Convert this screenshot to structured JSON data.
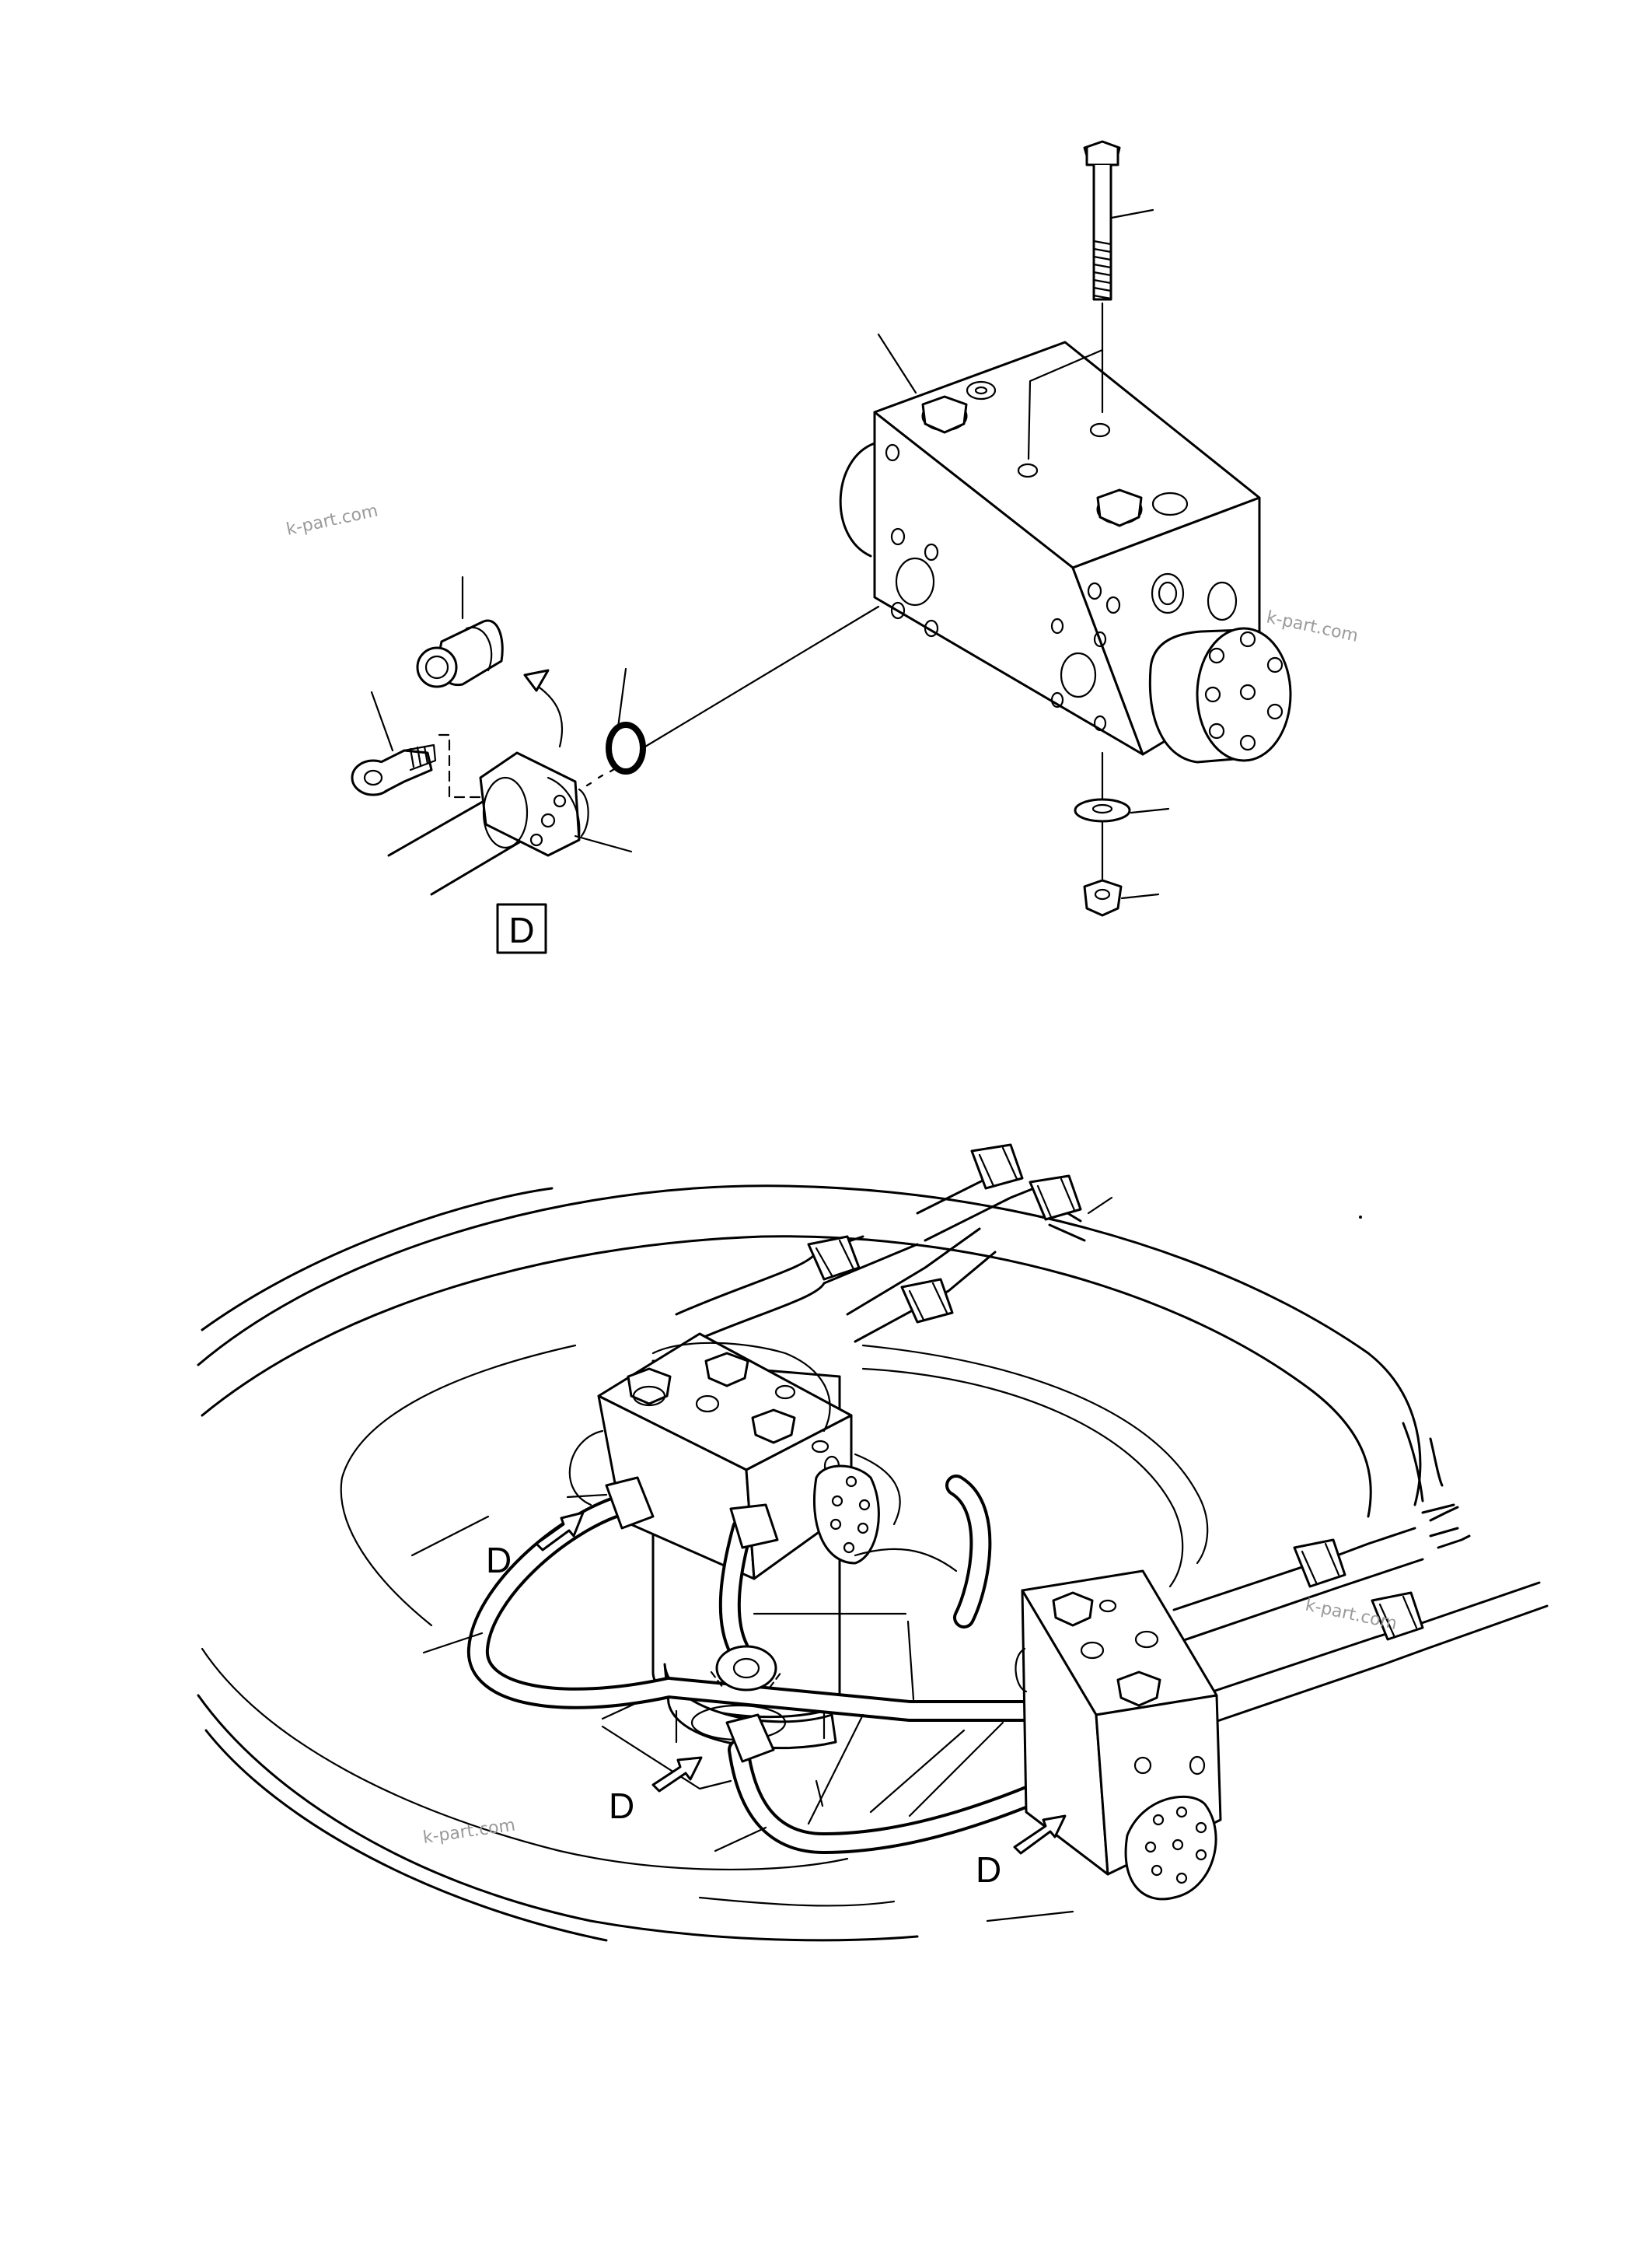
{
  "callouts": {
    "detail_box": "D",
    "arrow_left": "D",
    "arrow_center": "D",
    "arrow_right": "D"
  },
  "watermarks": {
    "top_left": "k-part.com",
    "top_right": "k-part.com",
    "bottom_right": "k-part.com",
    "bottom_left": "k-part.com"
  },
  "colors": {
    "line": "#000000",
    "watermark": "#9a9a9a",
    "background": "#ffffff"
  }
}
